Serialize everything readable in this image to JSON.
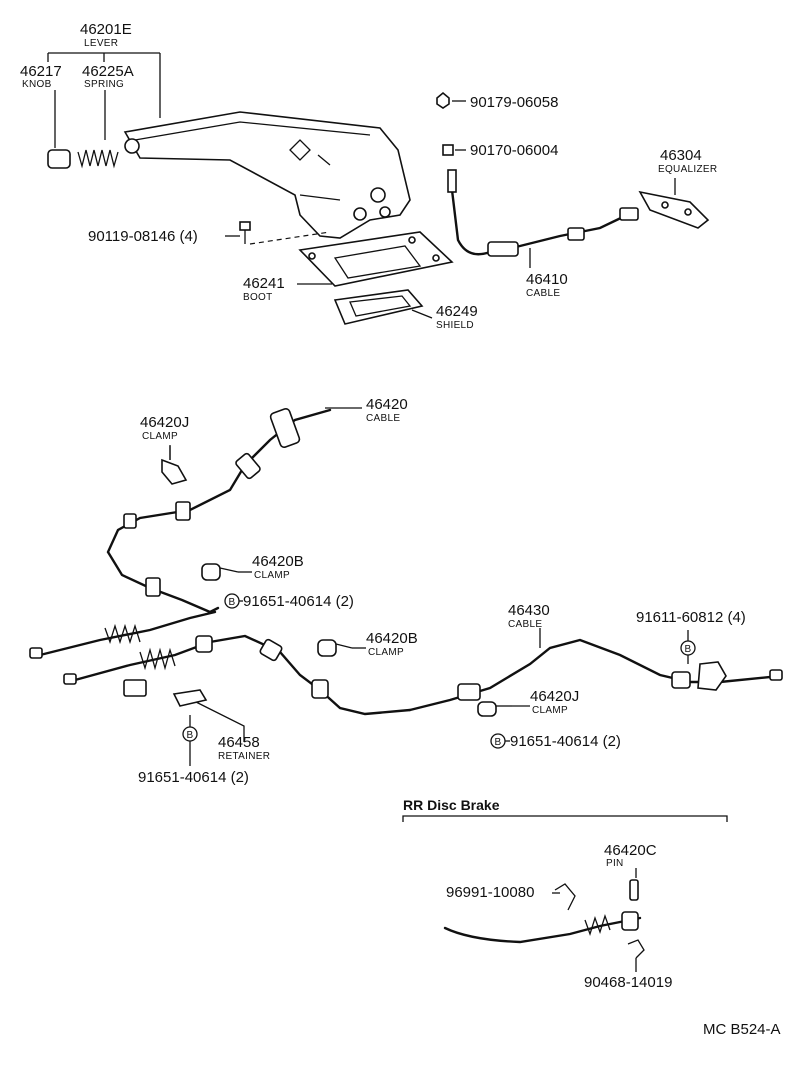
{
  "labels": {
    "lever_num": "46201E",
    "lever_name": "LEVER",
    "knob_num": "46217",
    "knob_name": "KNOB",
    "spring_num": "46225A",
    "spring_name": "SPRING",
    "nut_num": "90179-06058",
    "nut2_num": "90170-06004",
    "equalizer_num": "46304",
    "equalizer_name": "EQUALIZER",
    "bolt_num": "90119-08146 (4)",
    "boot_num": "46241",
    "boot_name": "BOOT",
    "shield_num": "46249",
    "shield_name": "SHIELD",
    "cable1_num": "46410",
    "cable1_name": "CABLE",
    "cable2_num": "46420",
    "cable2_name": "CABLE",
    "clampj_num": "46420J",
    "clampj_name": "CLAMP",
    "clampb_num": "46420B",
    "clampb_name": "CLAMP",
    "bolt_b1_num": "91651-40614 (2)",
    "cable3_num": "46430",
    "cable3_name": "CABLE",
    "bolt_r_num": "91611-60812 (4)",
    "clampb2_num": "46420B",
    "clampb2_name": "CLAMP",
    "clampj2_num": "46420J",
    "clampj2_name": "CLAMP",
    "bolt_b2_num": "91651-40614 (2)",
    "retainer_num": "46458",
    "retainer_name": "RETAINER",
    "bolt_b3_num": "91651-40614 (2)",
    "rr_header": "RR Disc Brake",
    "pin_num": "46420C",
    "pin_name": "PIN",
    "clip1_num": "96991-10080",
    "clip2_num": "90468-14019",
    "bolt_marker": "B",
    "diagram_code": "MC B524-A"
  }
}
